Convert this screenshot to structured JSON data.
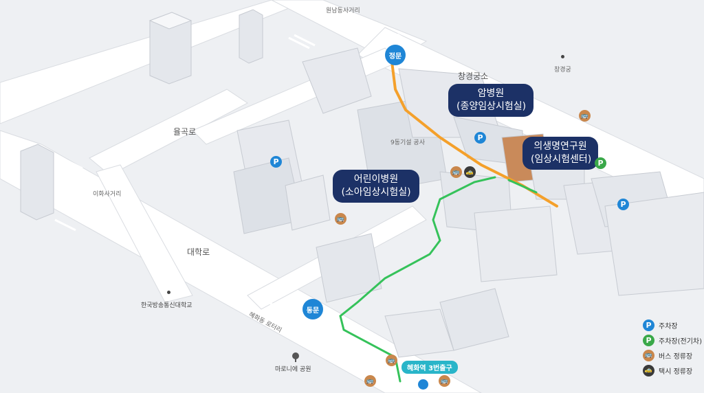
{
  "colors": {
    "callout_bg": "#1c3166",
    "route_orange": "#f4a02b",
    "route_green": "#35c25a",
    "parking_blue": "#1f86d6",
    "parking_green": "#3aa849",
    "bus": "#c9874c",
    "taxi": "#3a3a3a",
    "subway_exit": "#29b5c9",
    "road": "#ffffff",
    "ground": "#eef0f3"
  },
  "roads": {
    "top_intersection": "원남동사거리",
    "yulgok": "율곡로",
    "ihwa_intersection": "이화사거리",
    "daehak": "대학로",
    "hyehwa_rotary": "혜화동 로터리",
    "changgyeonggung": "창경궁",
    "changgyeong_school": "창경궁소"
  },
  "buildings": {
    "cancer_hospital": {
      "line1": "암병원",
      "line2": "(종양임상시험실)"
    },
    "biomedical": {
      "line1": "의생명연구원",
      "line2": "(임상시험센터)"
    },
    "children_hospital": {
      "line1": "어린이병원",
      "line2": "(소아임상시험실)"
    },
    "construction": "9동기설 공사"
  },
  "gates": {
    "north": "정문",
    "east": "동문"
  },
  "landmarks": {
    "knou": "한국방송통신대학교",
    "marronnier_park": "마로니에 공원"
  },
  "subway": {
    "exit_label": "혜화역 3번출구"
  },
  "legend": [
    {
      "icon": "parking-icon",
      "symbol": "P",
      "label": "주차장",
      "color": "#1f86d6"
    },
    {
      "icon": "ev-parking-icon",
      "symbol": "P",
      "label": "주차장(전기차)",
      "color": "#3aa849"
    },
    {
      "icon": "bus-stop-icon",
      "symbol": "🚌",
      "label": "버스 정류장",
      "color": "#c9874c"
    },
    {
      "icon": "taxi-stand-icon",
      "symbol": "🚕",
      "label": "택시 정류장",
      "color": "#3a3a3a"
    }
  ],
  "pins": {
    "p": "P",
    "bus": "🚌",
    "taxi": "🚕"
  }
}
